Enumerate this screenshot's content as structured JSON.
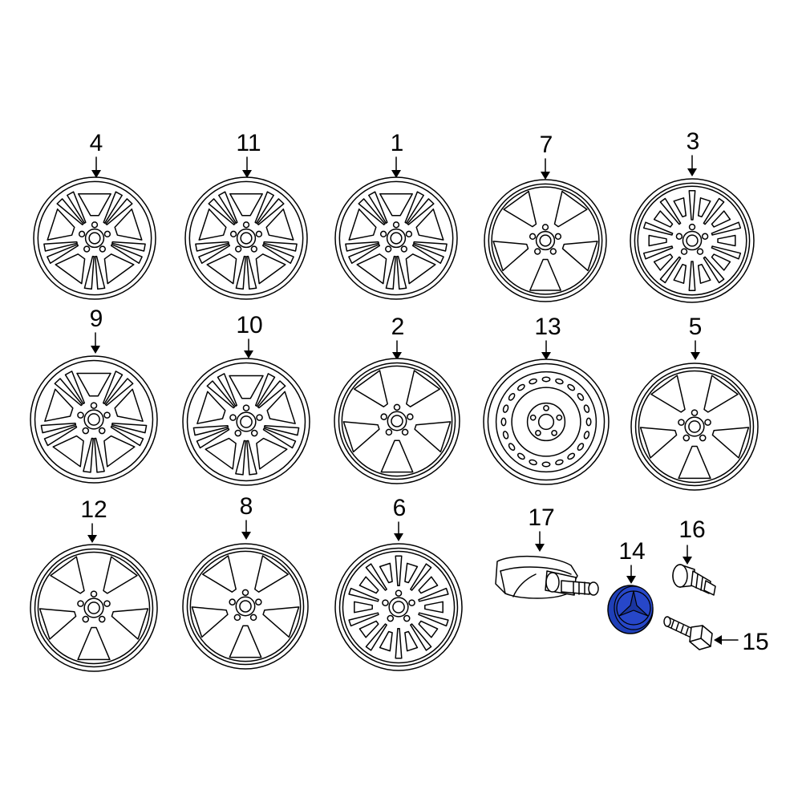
{
  "parts": [
    {
      "number": "4",
      "kind": "double-five-spoke"
    },
    {
      "number": "11",
      "kind": "double-five-spoke"
    },
    {
      "number": "1",
      "kind": "double-five-spoke"
    },
    {
      "number": "7",
      "kind": "five-spoke"
    },
    {
      "number": "3",
      "kind": "multi-spoke"
    },
    {
      "number": "9",
      "kind": "double-five-spoke"
    },
    {
      "number": "10",
      "kind": "double-five-spoke"
    },
    {
      "number": "2",
      "kind": "five-spoke"
    },
    {
      "number": "13",
      "kind": "steel-wheel"
    },
    {
      "number": "5",
      "kind": "five-spoke"
    },
    {
      "number": "12",
      "kind": "five-spoke"
    },
    {
      "number": "8",
      "kind": "five-spoke"
    },
    {
      "number": "6",
      "kind": "multi-spoke"
    },
    {
      "number": "17",
      "kind": "tpms-sensor"
    },
    {
      "number": "14",
      "kind": "center-cap"
    },
    {
      "number": "16",
      "kind": "valve-stem"
    },
    {
      "number": "15",
      "kind": "wheel-bolt"
    }
  ],
  "colors": {
    "highlight": "#1f3fb8",
    "line": "#000000",
    "background": "#ffffff"
  }
}
